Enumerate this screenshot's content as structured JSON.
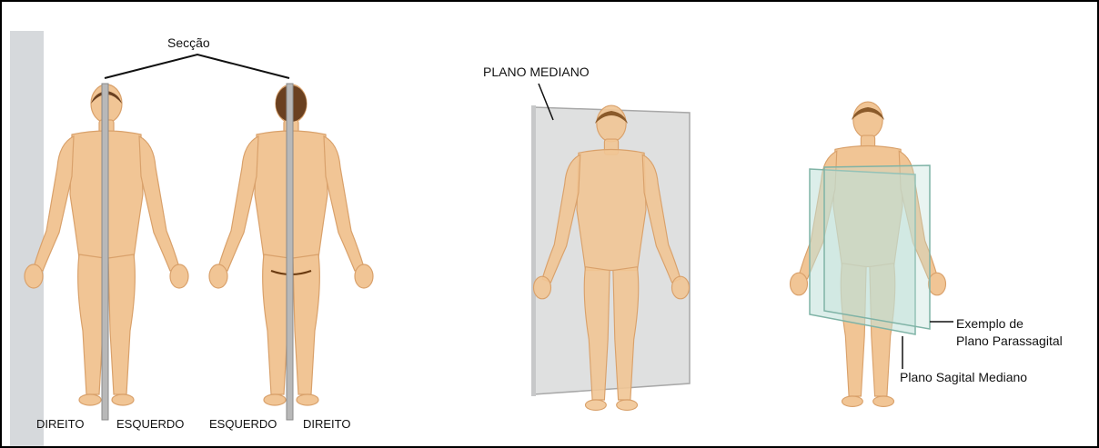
{
  "labels": {
    "section": "Secção",
    "front_right": "DIREITO",
    "front_left": "ESQUERDO",
    "back_left": "ESQUERDO",
    "back_right": "DIREITO",
    "median_plane": "PLANO MEDIANO",
    "parasagittal_line1": "Exemplo de",
    "parasagittal_line2": "Plano Parassagital",
    "midsagittal": "Plano Sagital Mediano"
  },
  "colors": {
    "skin": "#f1c595",
    "skin_shadow": "#d9a16b",
    "hair": "#6a4020",
    "rod": "#b8b8b8",
    "plane_grey": "#d9dadb",
    "plane_green": "#bfe0d8"
  }
}
